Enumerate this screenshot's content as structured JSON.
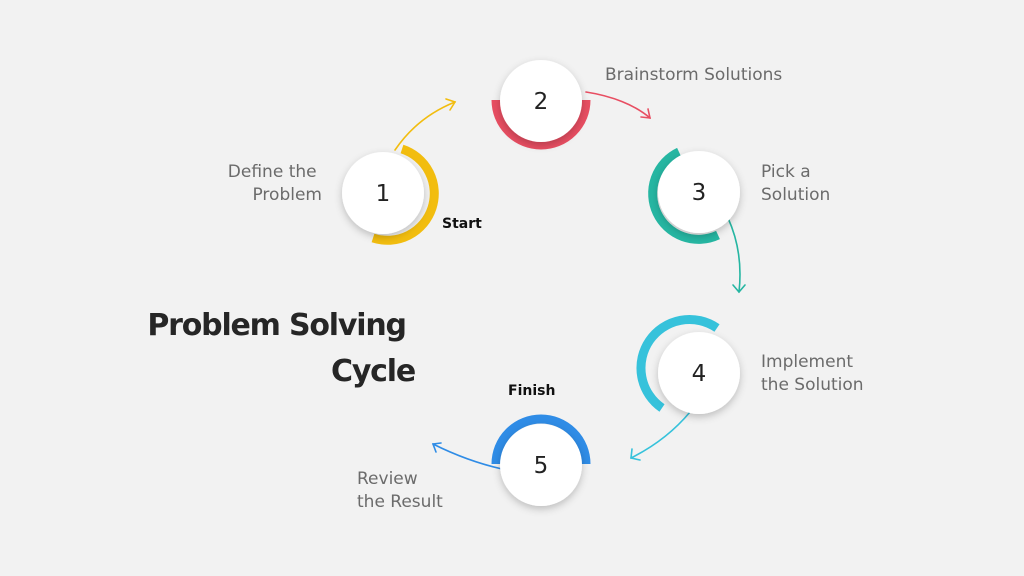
{
  "title": {
    "line1": "Problem Solving",
    "line2": "Cycle"
  },
  "start_label": "Start",
  "finish_label": "Finish",
  "steps": [
    {
      "number": "1",
      "label_line1": "Define the",
      "label_line2": "Problem",
      "color": "#f2bd0f"
    },
    {
      "number": "2",
      "label_line1": "Brainstorm Solutions",
      "label_line2": "",
      "color": "#e84e62"
    },
    {
      "number": "3",
      "label_line1": "Pick a",
      "label_line2": "Solution",
      "color": "#26b6a2"
    },
    {
      "number": "4",
      "label_line1": "Implement",
      "label_line2": "the Solution",
      "color": "#36c2db"
    },
    {
      "number": "5",
      "label_line1": "Review",
      "label_line2": "the Result",
      "color": "#2f8ce6"
    }
  ]
}
